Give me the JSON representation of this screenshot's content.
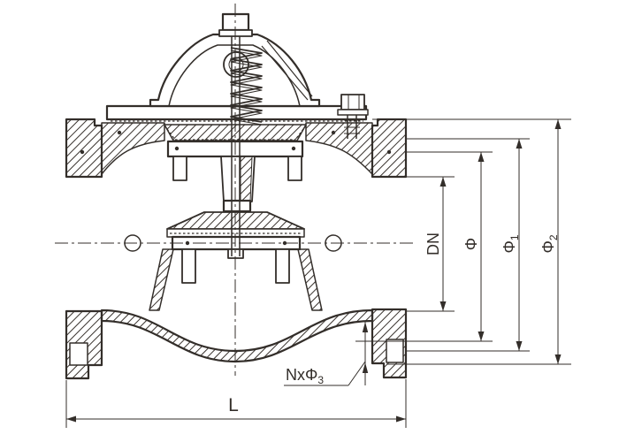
{
  "colors": {
    "line": "#332e2a",
    "background": "#ffffff"
  },
  "drawing": {
    "type": "valve-cross-section-technical-drawing",
    "dimensions": {
      "dn": {
        "label": "DN"
      },
      "phi": {
        "base": "Φ",
        "sub": ""
      },
      "phi1": {
        "base": "Φ",
        "sub": "1"
      },
      "phi2": {
        "base": "Φ",
        "sub": "2"
      },
      "length": {
        "label": "L"
      },
      "bolt_holes": {
        "base": "NxΦ",
        "sub": "3"
      }
    }
  }
}
